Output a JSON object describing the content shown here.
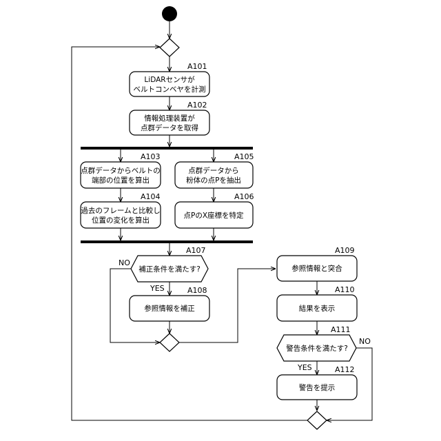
{
  "steps": {
    "a101": {
      "label": "A101",
      "line1": "LiDARセンサが",
      "line2": "ベルトコンベヤを計測"
    },
    "a102": {
      "label": "A102",
      "line1": "情報処理装置が",
      "line2": "点群データを取得"
    },
    "a103": {
      "label": "A103",
      "line1": "点群データからベルトの",
      "line2": "端部の位置を算出"
    },
    "a104": {
      "label": "A104",
      "line1": "過去のフレームと比較し",
      "line2": "位置の変化を算出"
    },
    "a105": {
      "label": "A105",
      "line1": "点群データから",
      "line2": "粉体の点Pを抽出"
    },
    "a106": {
      "label": "A106",
      "text": "点PのX座標を特定"
    },
    "a107": {
      "label": "A107",
      "text": "補正条件を満たす?",
      "no": "NO",
      "yes": "YES"
    },
    "a108": {
      "label": "A108",
      "text": "参照情報を補正"
    },
    "a109": {
      "label": "A109",
      "text": "参照情報と突合"
    },
    "a110": {
      "label": "A110",
      "text": "結果を表示"
    },
    "a111": {
      "label": "A111",
      "text": "警告条件を満たす?",
      "no": "NO",
      "yes": "YES"
    },
    "a112": {
      "label": "A112",
      "text": "警告を提示"
    }
  },
  "colors": {
    "stroke": "#000000",
    "fill": "#ffffff"
  }
}
